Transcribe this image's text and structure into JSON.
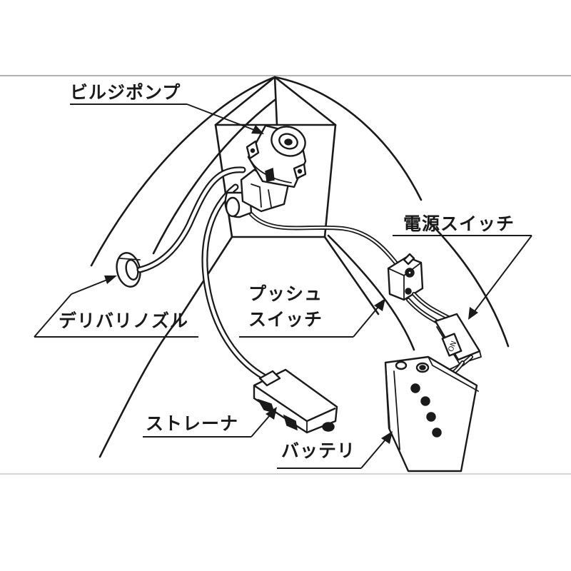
{
  "labels": {
    "bilge_pump": "ビルジポンプ",
    "power_switch": "電源スイッチ",
    "push_switch_line1": "プッシュ",
    "push_switch_line2": "スイッチ",
    "delivery_nozzle": "デリバリノズル",
    "strainer": "ストレーナ",
    "battery": "バッテリ",
    "switch_plate_text": "ON"
  },
  "colors": {
    "ink": "#1a1a1a",
    "paper": "#ffffff"
  }
}
